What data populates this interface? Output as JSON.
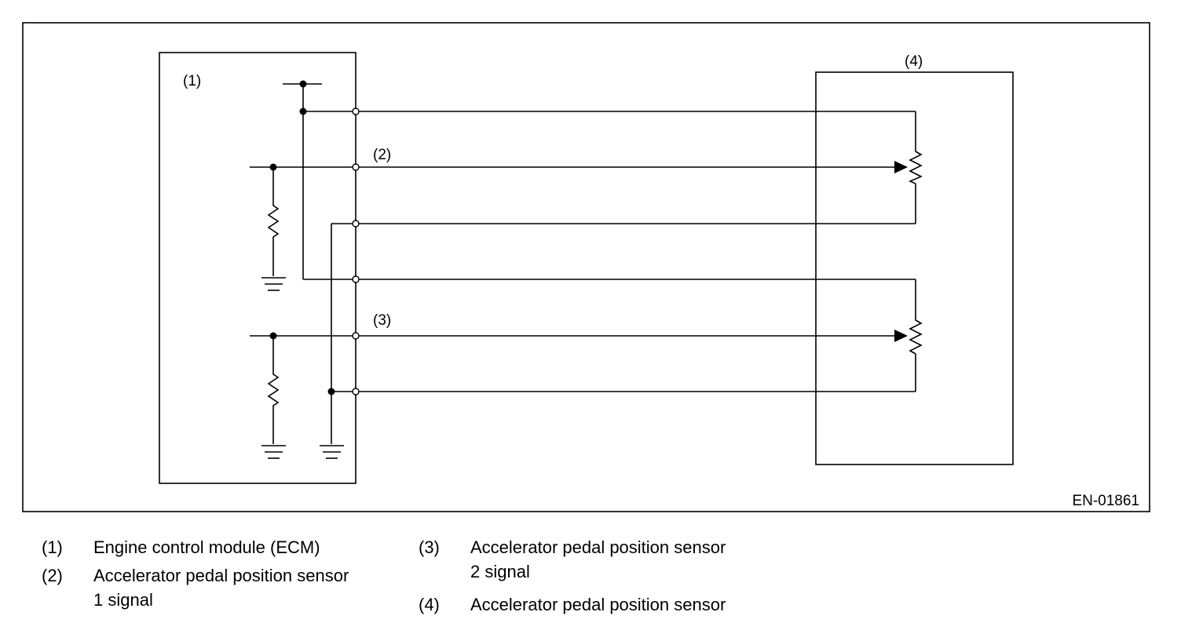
{
  "diagram": {
    "figure_id": "EN-01861",
    "labels": {
      "ecm": "(1)",
      "signal1": "(2)",
      "signal2": "(3)",
      "sensor": "(4)"
    }
  },
  "legend": [
    {
      "num": "(1)",
      "text": "Engine control module (ECM)"
    },
    {
      "num": "(2)",
      "text": "Accelerator pedal position sensor\n1 signal"
    },
    {
      "num": "(3)",
      "text": "Accelerator pedal position sensor\n2 signal"
    },
    {
      "num": "(4)",
      "text": "Accelerator pedal position sensor"
    }
  ],
  "colors": {
    "line": "#000000",
    "background": "#ffffff"
  }
}
